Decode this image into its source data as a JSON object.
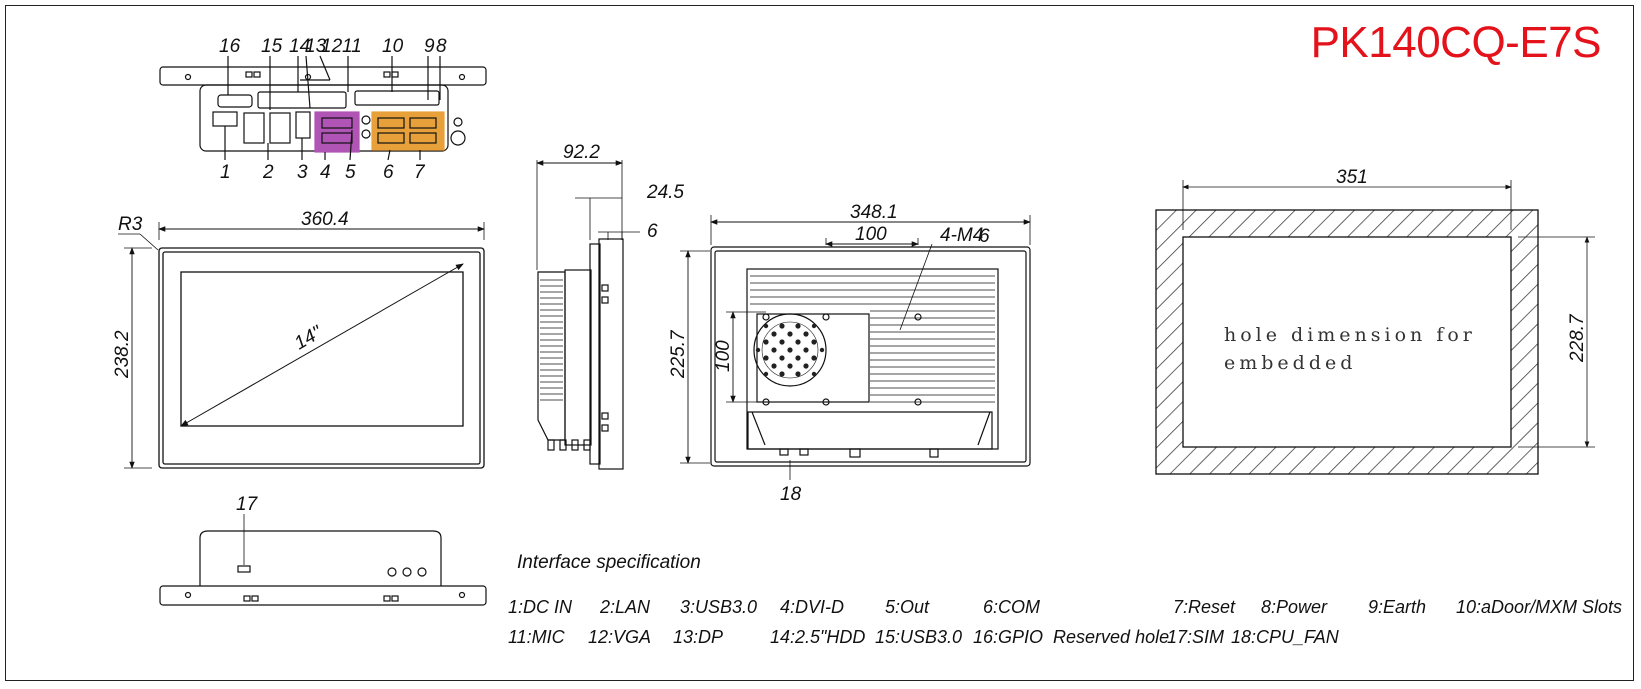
{
  "model": "PK140CQ-E7S",
  "top_view_numbers_top": [
    "16",
    "15",
    "14",
    "13",
    "12",
    "11",
    "10",
    "9",
    "8"
  ],
  "top_view_numbers_bottom": [
    "1",
    "2",
    "3",
    "4",
    "5",
    "6",
    "7"
  ],
  "front_view": {
    "radius": "R3",
    "width": "360.4",
    "height": "238.2",
    "diagonal": "14\""
  },
  "side_view": {
    "depth": "92.2",
    "d1": "24.5",
    "d2": "6"
  },
  "back_view": {
    "width": "348.1",
    "vesa_h": "100",
    "vesa_v": "100",
    "screw": "4-M4",
    "screw_depth": "6",
    "height": "225.7",
    "fan_label": "18"
  },
  "cutout": {
    "width": "351",
    "height": "228.7",
    "note_line1": "hole dimension for",
    "note_line2": "embedded"
  },
  "bottom_view": {
    "sim_label": "17"
  },
  "spec": {
    "title": "Interface specification",
    "row1": [
      "1:DC IN",
      "2:LAN",
      "3:USB3.0",
      "4:DVI-D",
      "5:Out",
      "6:COM",
      "7:Reset",
      "8:Power",
      "9:Earth",
      "10:aDoor/MXM Slots"
    ],
    "row2": [
      "11:MIC",
      "12:VGA",
      "13:DP",
      "14:2.5\"HDD",
      "15:USB3.0",
      "16:GPIO  Reserved hole",
      "17:SIM",
      "18:CPU_FAN"
    ]
  },
  "colors": {
    "model": "#e3121b",
    "port_purple": "#b054b5",
    "port_orange": "#e8a13a",
    "hatch": "#333333"
  }
}
